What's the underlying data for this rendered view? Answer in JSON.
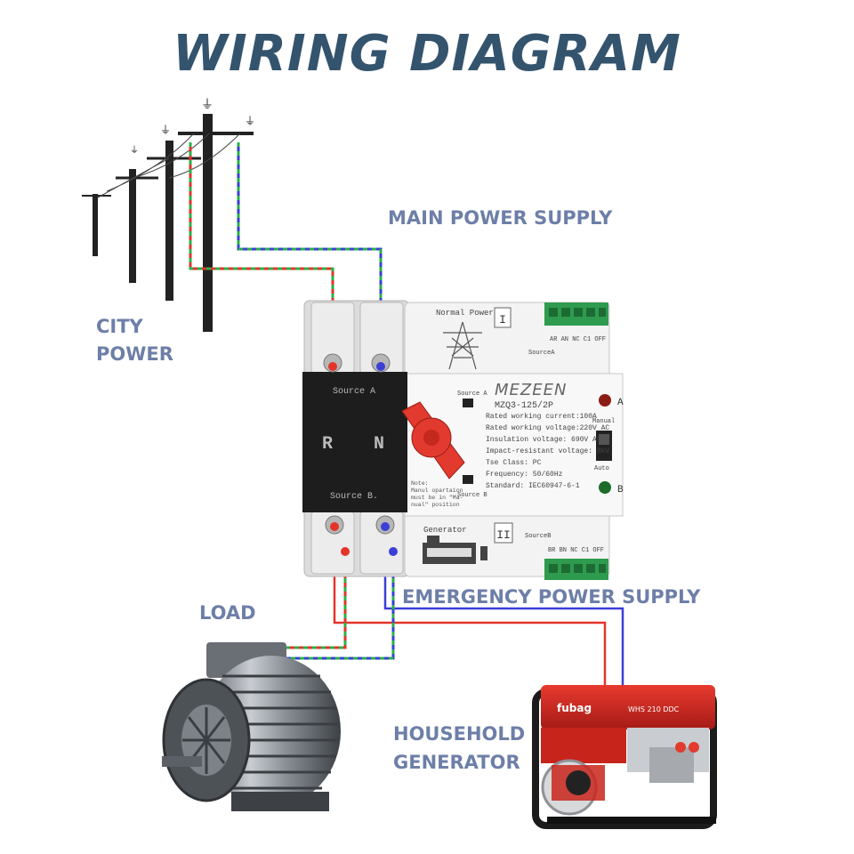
{
  "title": "WIRING DIAGRAM",
  "labels": {
    "main_power_supply": "MAIN POWER SUPPLY",
    "city_power_1": "CITY",
    "city_power_2": "POWER",
    "load": "LOAD",
    "emergency_power_supply": "EMERGENCY POWER SUPPLY",
    "household_generator_1": "HOUSEHOLD",
    "household_generator_2": "GENERATOR"
  },
  "switch": {
    "brand": "MEZEEN",
    "model": "MZQ3-125/2P",
    "specs": [
      "Rated working current:100A",
      "Rated working voltage:220V AC",
      "Insulation voltage: 690V AC",
      "Impact-resistant voltage: 8KV",
      "Tse Class: PC",
      "Frequency: 50/60Hz",
      "Standard: IEC60947-6-1"
    ],
    "source_a_label": "Source A",
    "source_b_label": "Source B.",
    "terminal_r": "R",
    "terminal_n": "N",
    "normal_power": "Normal Power",
    "generator": "Generator",
    "roman_one": "I",
    "roman_two": "II",
    "source_a_small": "SourceA",
    "source_b_small": "SourceB",
    "terms_a": "AR AN NC C1 OFF",
    "terms_b": "BR BN NC C1 OFF",
    "dial_source_a": "Source A",
    "dial_source_b": "Source B",
    "indicator_a": "A",
    "indicator_b": "B",
    "manual": "Manual",
    "auto": "Auto",
    "note": [
      "Note:",
      "Manul opartaion",
      "must be in \"Ma-",
      "nual\" position"
    ]
  },
  "generator_brand": "fubag",
  "generator_model": "WHS 210 DDC",
  "colors": {
    "title": "#34546e",
    "label": "#6d7fa8",
    "live_wire": "#e4342a",
    "neutral_wire": "#3b3fd6",
    "ground_wire": "#27b14a"
  }
}
